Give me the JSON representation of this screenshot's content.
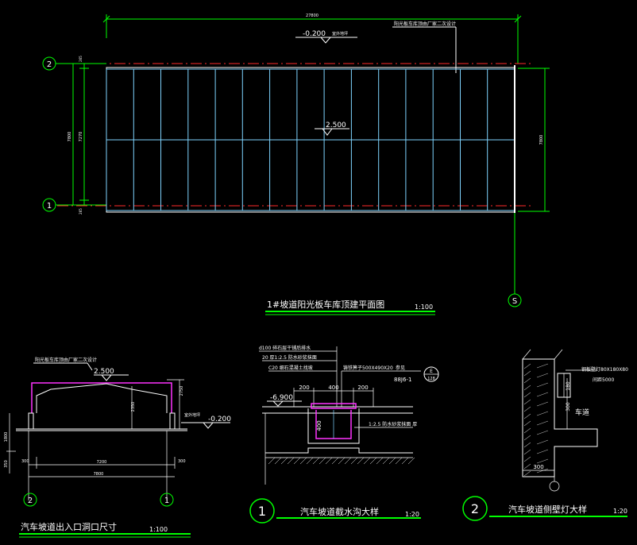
{
  "plan": {
    "top_dim": "27800",
    "level_top": "-0.200",
    "level_top_note": "室外地坪",
    "design_note_top": "阳光板车库顶由厂家二次设计",
    "level_center": "2.500",
    "left_dim_total": "7800",
    "left_dim_inner": "7270",
    "left_dim_a": "265",
    "left_dim_b": "265",
    "right_dim": "7800",
    "axis_2": "2",
    "axis_1": "1",
    "axis_s": "S",
    "title": "1#坡道阳光板车库顶建平面图",
    "scale": "1:100"
  },
  "section": {
    "design_note": "阳光板车库顶由厂家二次设计",
    "level_top": "2.500",
    "level_side": "-0.200",
    "level_side_note": "室外地坪",
    "dim_height": "2350",
    "dim_right": "2750",
    "dim_left": "1800",
    "dim_base": "350",
    "dim_span": "7200",
    "dim_small_l": "300",
    "dim_small_r": "300",
    "dim_total": "7800",
    "axis_2": "2",
    "axis_1": "1",
    "title": "汽车坡道出入口洞口尺寸",
    "scale": "1:100"
  },
  "detail1": {
    "note1": "d100 碎石层干铺后排水",
    "note2": "20 厚1:2.5 防水砂浆抹面",
    "note3": "C20 细石混凝土找坡",
    "grate_note": "铸铁箅子500X490X20",
    "ref_text": "参见",
    "ref_code": "88J6-1",
    "ref_bubble_top": "E",
    "ref_bubble_bottom": "128",
    "level": "-6.900",
    "dim_a": "200",
    "dim_b": "400",
    "dim_c": "200",
    "dim_depth": "400",
    "mortar_note": "1:2.5 防水砂浆抹面 厚",
    "number": "1",
    "title": "汽车坡道截水沟大样",
    "scale": "1:20"
  },
  "detail2": {
    "note1": "钢板壁灯80X180X80",
    "note2": "间距5000",
    "dim_a": "180",
    "dim_b": "300",
    "dim_c": "300",
    "road_label": "车道",
    "number": "2",
    "title": "汽车坡道侧壁灯大样",
    "scale": "1:20"
  },
  "colors": {
    "line_white": "#ffffff",
    "line_cyan": "#7fd4ff",
    "line_red": "#ff2a2a",
    "line_green": "#00ff00",
    "line_magenta": "#ff33ff",
    "title_underline": "#00ff00"
  }
}
